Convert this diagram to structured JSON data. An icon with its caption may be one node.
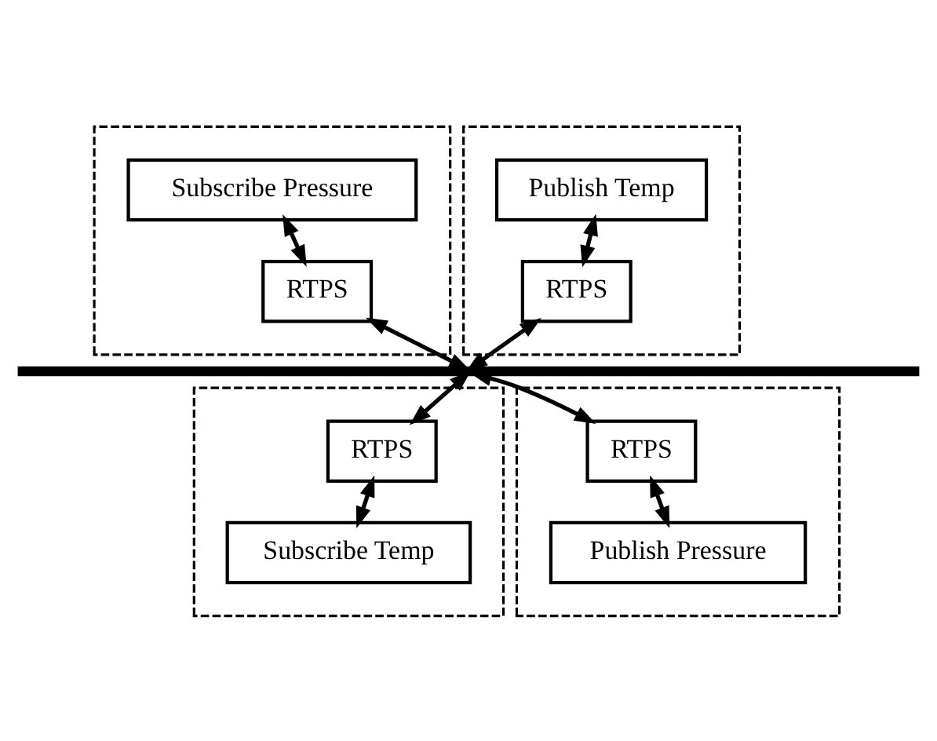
{
  "diagram": {
    "nodes": [
      {
        "text": [],
        "shape": "box"
      },
      {
        "text": [
          "Subscribe Pressure"
        ],
        "in": 0
      },
      {
        "text": [
          "RTPS"
        ],
        "in": 0
      },
      {
        "text": [],
        "shape": "box"
      },
      {
        "text": [
          "Publish Temp"
        ],
        "in": 3
      },
      {
        "text": [
          "RTPS"
        ],
        "in": 3
      },
      {
        "text": [],
        "shape": "bar"
      },
      {
        "text": [],
        "shape": "box"
      },
      {
        "text": [
          "RTPS"
        ],
        "in": 7
      },
      {
        "text": [
          "Subscribe Temp"
        ],
        "in": 7
      },
      {
        "text": [],
        "shape": "box"
      },
      {
        "text": [
          "RTPS"
        ],
        "in": 10
      },
      {
        "text": [
          "Publish Pressure"
        ],
        "in": 10
      }
    ],
    "edges": [
      {
        "from": 1,
        "to": 2,
        "arrow": "both"
      },
      {
        "from": 2,
        "to": 6,
        "arrow": "both"
      },
      {
        "from": 4,
        "to": 5,
        "arrow": "both"
      },
      {
        "from": 5,
        "to": 6,
        "arrow": "both"
      },
      {
        "from": 6,
        "to": 8,
        "arrow": "both"
      },
      {
        "from": 8,
        "to": 9,
        "arrow": "both"
      },
      {
        "from": 6,
        "to": 11,
        "arrow": "both"
      },
      {
        "from": 11,
        "to": 12,
        "arrow": "both"
      }
    ]
  }
}
